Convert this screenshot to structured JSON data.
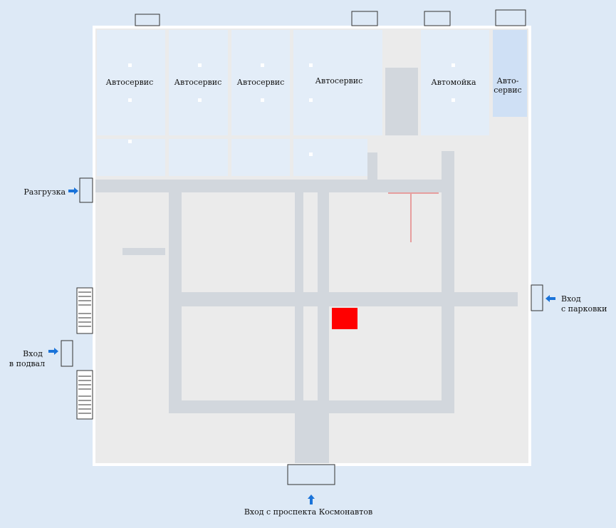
{
  "map": {
    "colors": {
      "background": "#dde9f6",
      "wall": "#ffffff",
      "room": "#ebebeb",
      "corridor": "#d2d7dd",
      "service_zone": "#e3edf8",
      "service_zone_light": "#cfe0f5",
      "highlight": "#ff0000",
      "arrow": "#1a73d9"
    },
    "service_rooms": [
      {
        "label": "Автосервис"
      },
      {
        "label": "Автосервис"
      },
      {
        "label": "Автосервис"
      },
      {
        "label": "Автосервис"
      },
      {
        "label": "Автомойка"
      },
      {
        "label_line1": "Авто-",
        "label_line2": "сервис"
      }
    ],
    "entrances": {
      "unloading": {
        "label": "Разгрузка",
        "icon": "arrow-right-icon"
      },
      "basement": {
        "label_line1": "Вход",
        "label_line2": "в подвал",
        "icon": "arrow-right-icon"
      },
      "parking": {
        "label_line1": "Вход",
        "label_line2": "с парковки",
        "icon": "arrow-left-icon"
      },
      "main": {
        "label": "Вход с проспекта Космонавтов",
        "icon": "arrow-up-icon"
      }
    },
    "highlighted_unit": {
      "state": "selected"
    }
  }
}
